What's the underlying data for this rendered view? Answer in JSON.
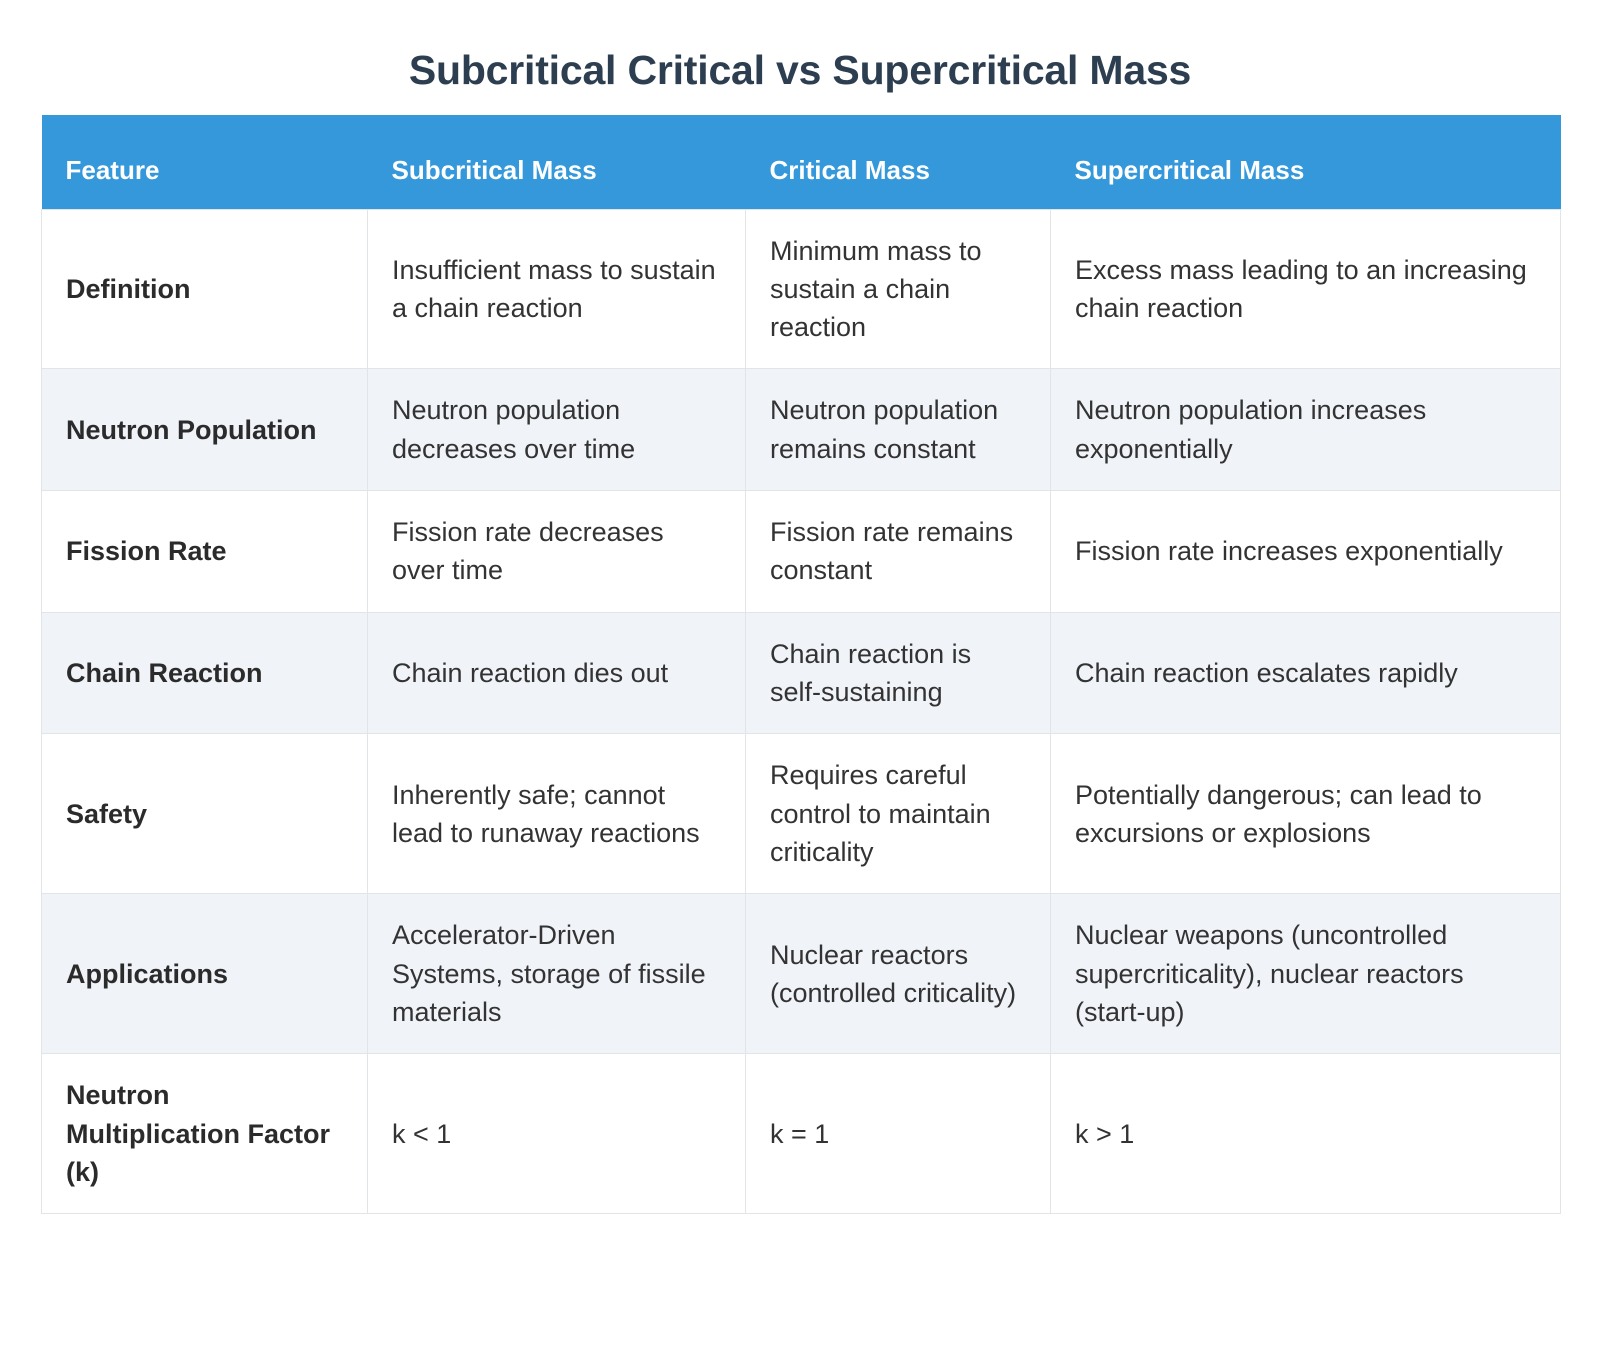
{
  "title": "Subcritical Critical vs Supercritical Mass",
  "colors": {
    "title": "#2c3e50",
    "header_bg": "#3498db",
    "header_text": "#ffffff",
    "row_alt_bg": "#f0f3f8",
    "border": "#e2e5e8",
    "body_text": "#333333"
  },
  "table": {
    "columns": [
      "Feature",
      "Subcritical Mass",
      "Critical Mass",
      "Supercritical Mass"
    ],
    "rows": [
      {
        "feature": "Definition",
        "subcritical": "Insufficient mass to sustain a chain reaction",
        "critical": "Minimum mass to sustain a chain reaction",
        "supercritical": "Excess mass leading to an increasing chain reaction"
      },
      {
        "feature": "Neutron Population",
        "subcritical": "Neutron population decreases over time",
        "critical": "Neutron population remains constant",
        "supercritical": "Neutron population increases exponentially"
      },
      {
        "feature": "Fission Rate",
        "subcritical": "Fission rate decreases over time",
        "critical": "Fission rate remains constant",
        "supercritical": "Fission rate increases exponentially"
      },
      {
        "feature": "Chain Reaction",
        "subcritical": "Chain reaction dies out",
        "critical": "Chain reaction is self-sustaining",
        "supercritical": "Chain reaction escalates rapidly"
      },
      {
        "feature": "Safety",
        "subcritical": "Inherently safe; cannot lead to runaway reactions",
        "critical": "Requires careful control to maintain criticality",
        "supercritical": "Potentially dangerous; can lead to excursions or explosions"
      },
      {
        "feature": "Applications",
        "subcritical": "Accelerator-Driven Systems, storage of fissile materials",
        "critical": "Nuclear reactors (controlled criticality)",
        "supercritical": "Nuclear weapons (uncontrolled supercriticality), nuclear reactors (start-up)"
      },
      {
        "feature": "Neutron Multiplication Factor (k)",
        "subcritical": "k < 1",
        "critical": "k = 1",
        "supercritical": "k > 1"
      }
    ]
  }
}
